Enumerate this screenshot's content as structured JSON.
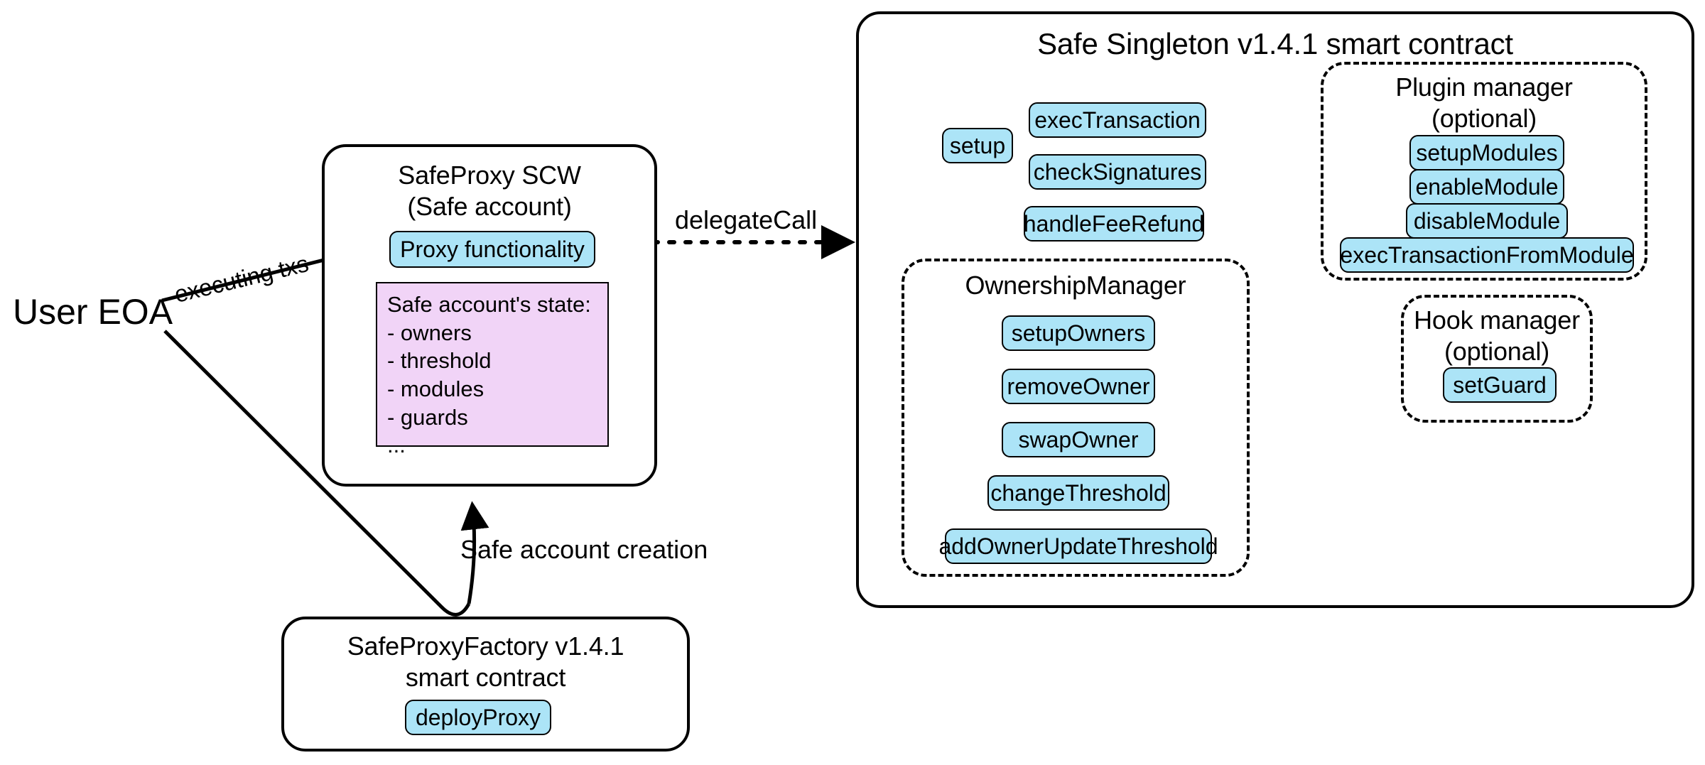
{
  "diagram": {
    "title_present": false,
    "colors": {
      "function_pill_fill": "#ace4f7",
      "state_box_fill": "#f1d4f7",
      "stroke": "#000000",
      "background": "#ffffff"
    }
  },
  "actors": {
    "user_eoa": "User EOA"
  },
  "edges": {
    "executing_txs": "executing txs",
    "delegate_call": "delegateCall",
    "safe_account_creation": "Safe account creation"
  },
  "proxy": {
    "title": "SafeProxy SCW\n(Safe account)",
    "functions": [
      {
        "label": "Proxy functionality"
      }
    ],
    "state": {
      "heading": "Safe account's state:",
      "items": [
        "- owners",
        "- threshold",
        "- modules",
        "- guards",
        "..."
      ],
      "text": "Safe account's state:\n- owners\n- threshold\n- modules\n- guards\n..."
    }
  },
  "factory": {
    "title": "SafeProxyFactory v1.4.1\nsmart contract",
    "functions": [
      {
        "label": "deployProxy"
      }
    ]
  },
  "singleton": {
    "title": "Safe Singleton v1.4.1 smart contract",
    "core_functions": [
      {
        "label": "setup"
      },
      {
        "label": "execTransaction"
      },
      {
        "label": "checkSignatures"
      },
      {
        "label": "handleFeeRefund"
      }
    ],
    "ownership_manager": {
      "title": "OwnershipManager",
      "functions": [
        {
          "label": "setupOwners"
        },
        {
          "label": "removeOwner"
        },
        {
          "label": "swapOwner"
        },
        {
          "label": "changeThreshold"
        },
        {
          "label": "addOwnerUpdateThreshold"
        }
      ]
    },
    "plugin_manager": {
      "title": "Plugin manager\n(optional)",
      "functions": [
        {
          "label": "setupModules"
        },
        {
          "label": "enableModule"
        },
        {
          "label": "disableModule"
        },
        {
          "label": "execTransactionFromModule"
        }
      ]
    },
    "hook_manager": {
      "title": "Hook manager\n(optional)",
      "functions": [
        {
          "label": "setGuard"
        }
      ]
    }
  }
}
